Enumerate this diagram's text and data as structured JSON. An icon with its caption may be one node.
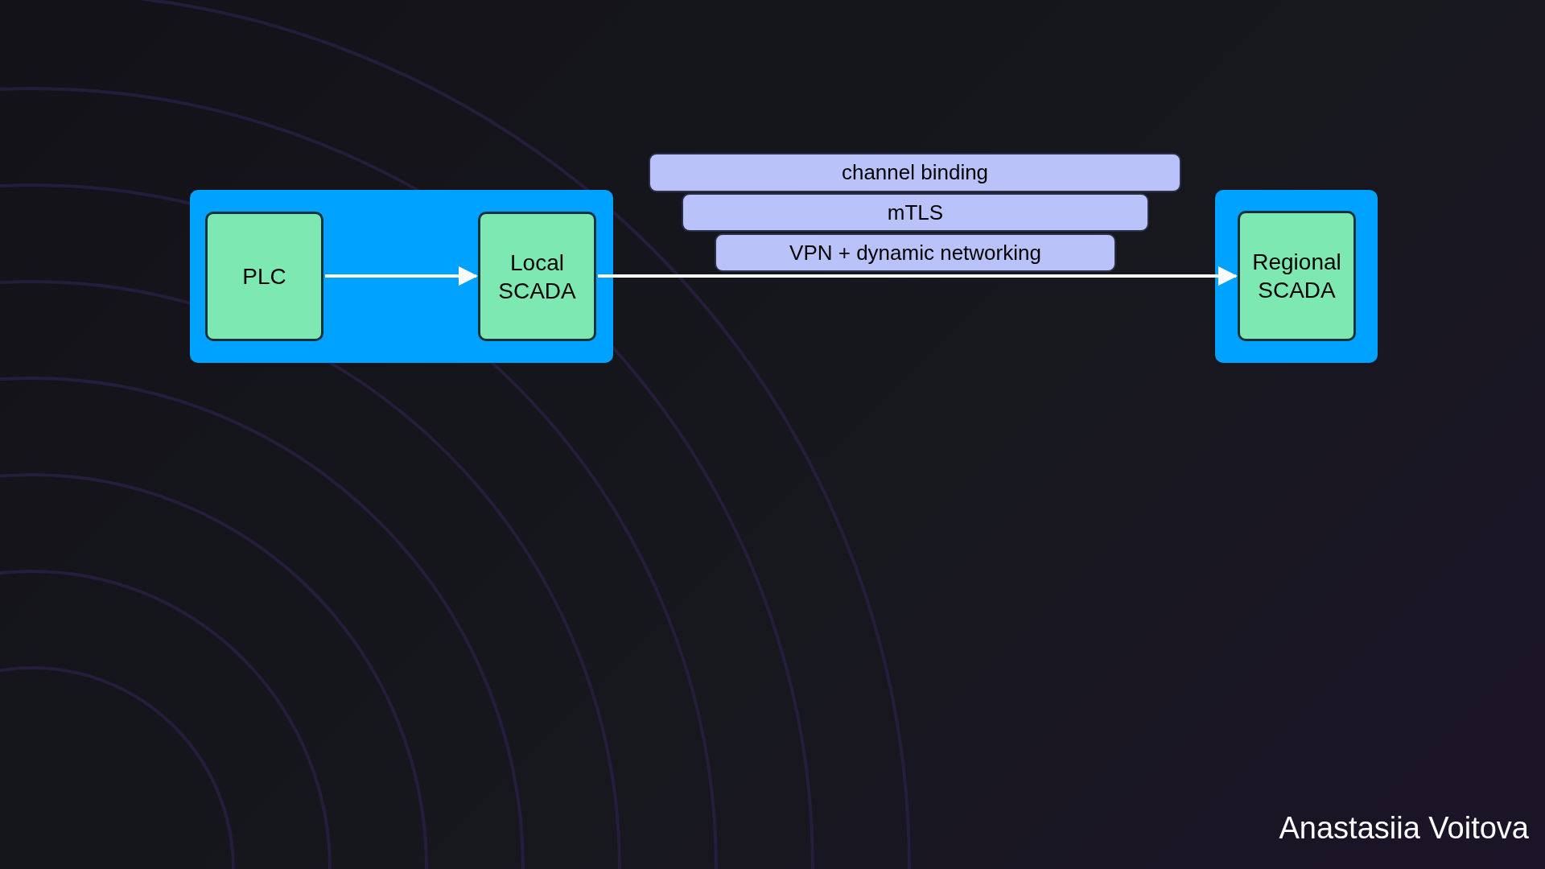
{
  "diagram": {
    "nodes": [
      {
        "text": [],
        "shape": "box"
      },
      {
        "text": [
          "PLC"
        ],
        "in": 0
      },
      {
        "text": [
          "Local SCADA"
        ],
        "in": 0
      },
      {
        "text": [
          "channel binding"
        ]
      },
      {
        "text": [
          "mTLS"
        ]
      },
      {
        "text": [
          "VPN + dynamic networking"
        ]
      },
      {
        "text": [],
        "shape": "box"
      },
      {
        "text": [
          "Regional SCADA"
        ],
        "in": 6
      }
    ],
    "edges": [
      {
        "from": 1,
        "to": 2,
        "arrow": "to"
      },
      {
        "from": 2,
        "to": 7,
        "arrow": "to"
      }
    ],
    "labels": [
      "Anastasiia Voitova"
    ]
  }
}
